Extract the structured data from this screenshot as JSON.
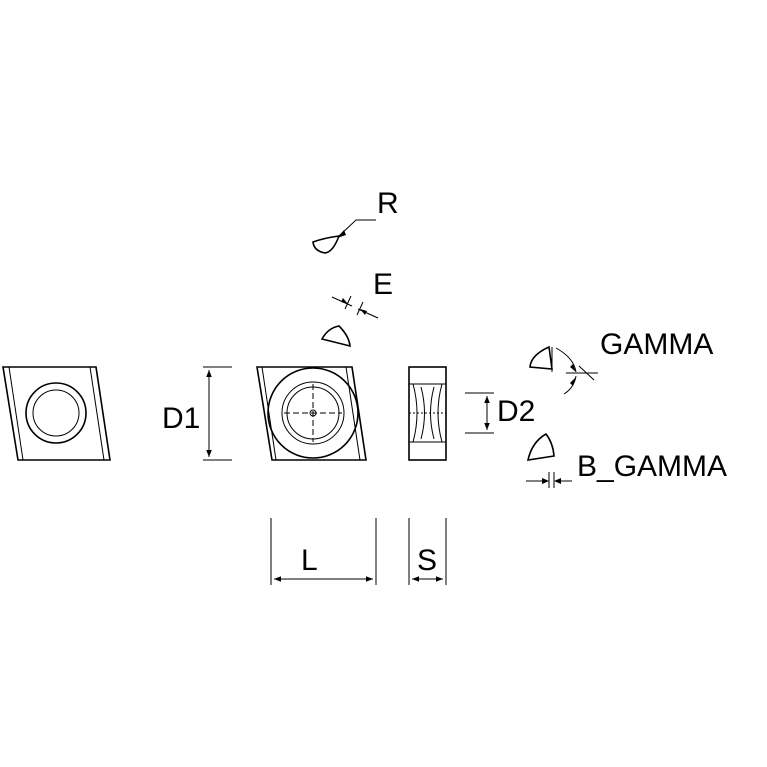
{
  "labels": {
    "r": "R",
    "e": "E",
    "d1": "D1",
    "d2": "D2",
    "l": "L",
    "s": "S",
    "gamma": "GAMMA",
    "b_gamma": "B_GAMMA"
  }
}
